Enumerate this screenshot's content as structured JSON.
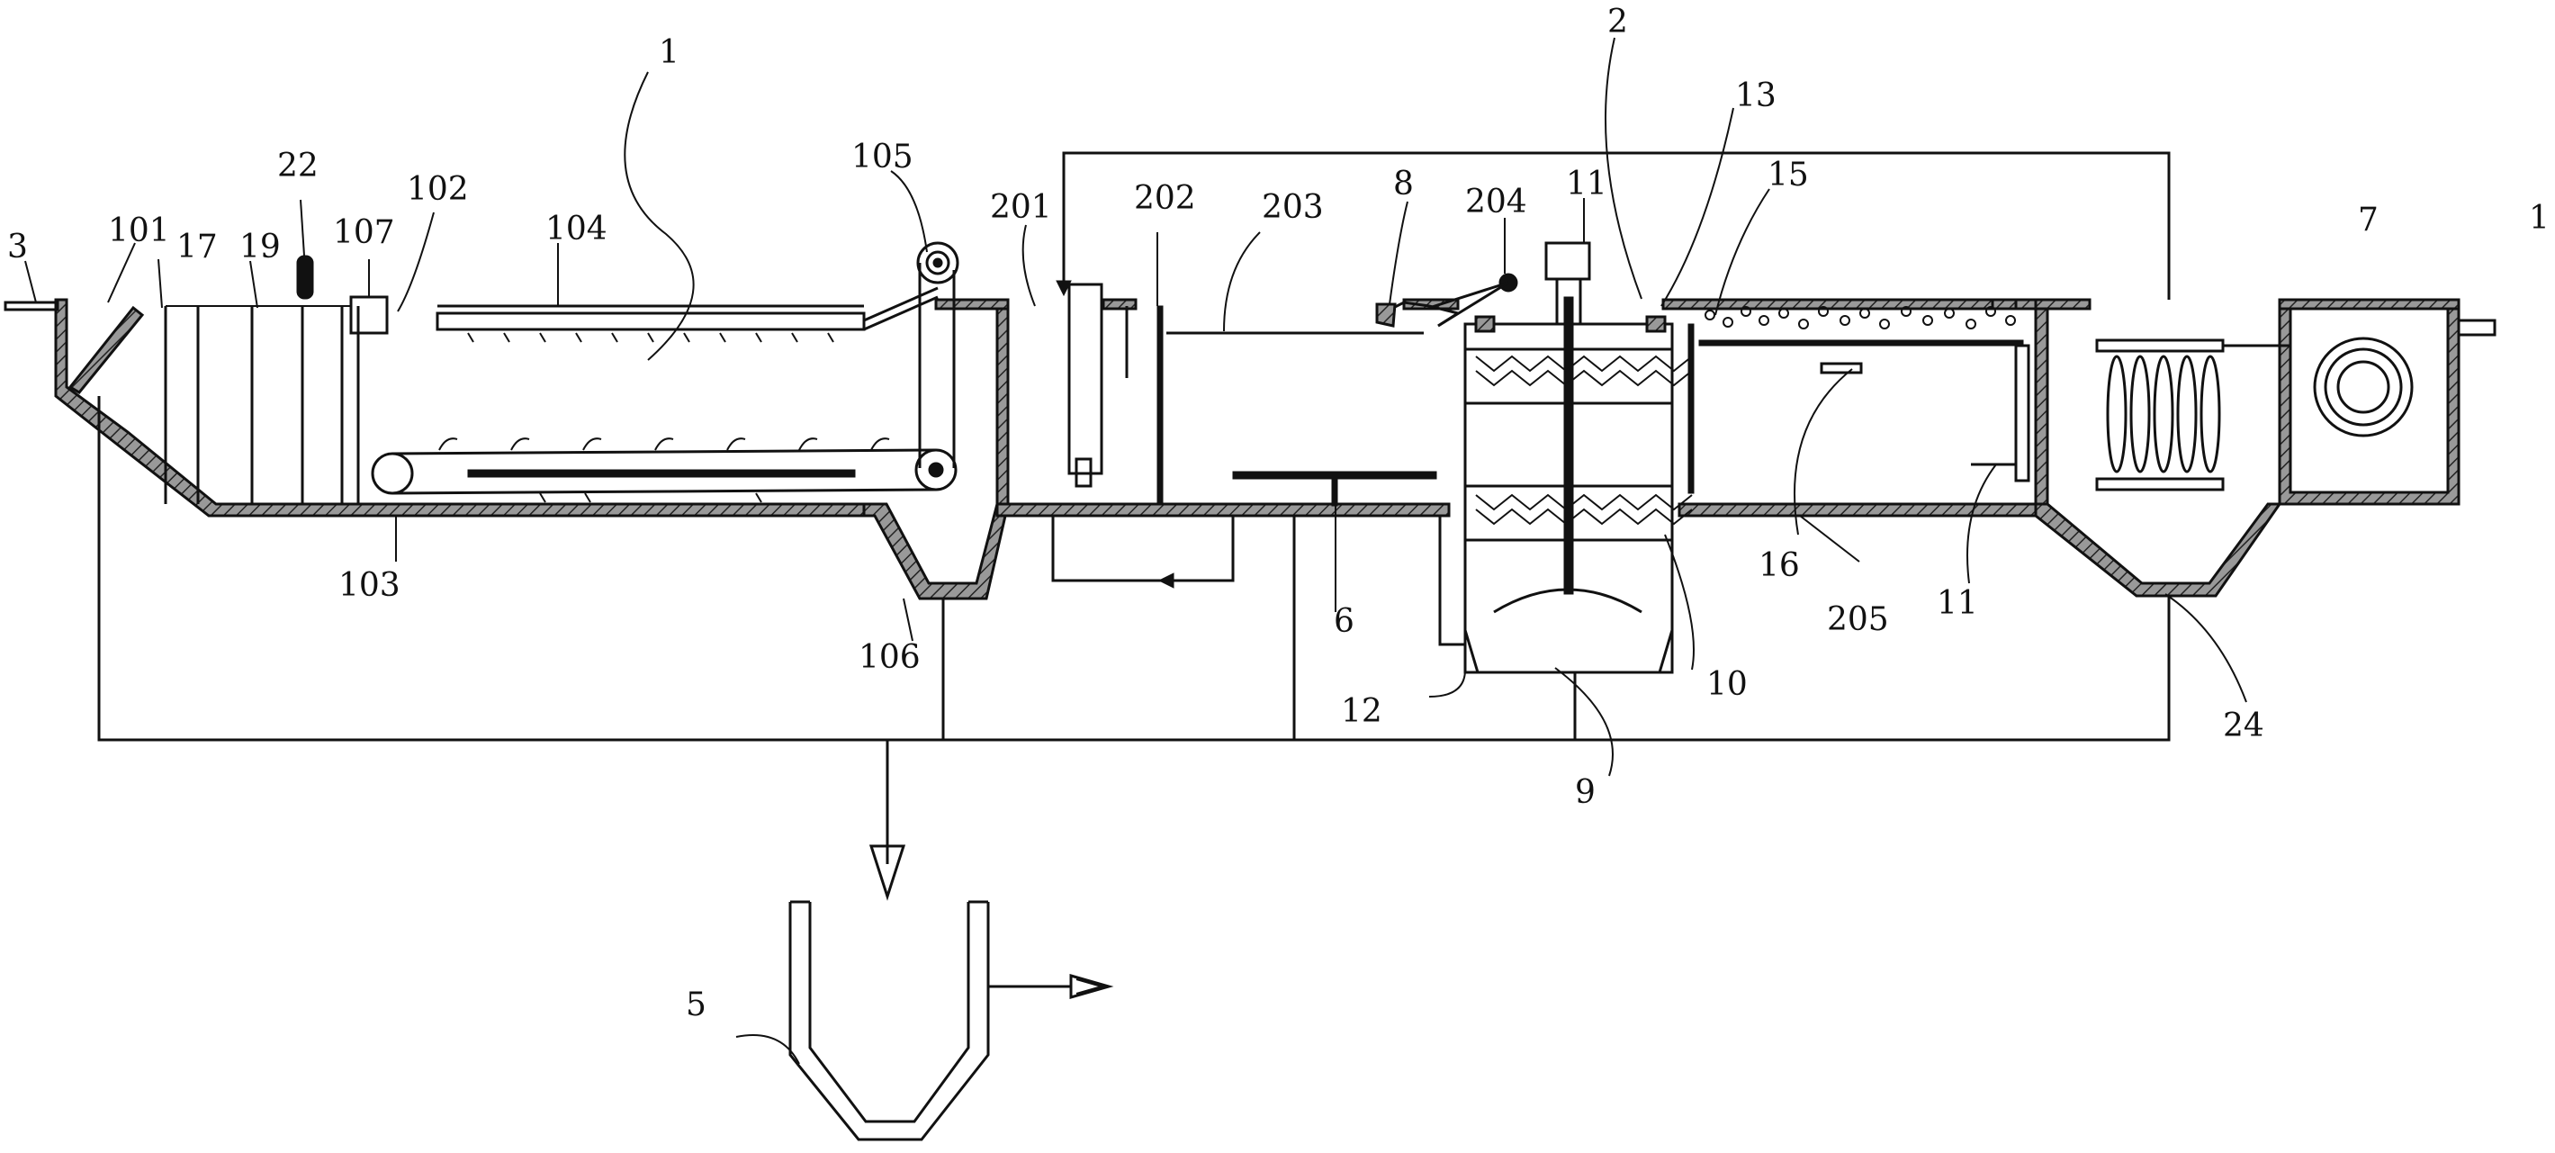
{
  "diagram": {
    "labels": {
      "l1": "1",
      "l1b": "1",
      "l2": "2",
      "l3": "3",
      "l5": "5",
      "l6": "6",
      "l7": "7",
      "l8": "8",
      "l9": "9",
      "l10": "10",
      "l11a": "11",
      "l11b": "11",
      "l12": "12",
      "l13": "13",
      "l15": "15",
      "l16": "16",
      "l17": "17",
      "l19": "19",
      "l22": "22",
      "l24": "24",
      "l101": "101",
      "l102": "102",
      "l103": "103",
      "l104": "104",
      "l105": "105",
      "l106": "106",
      "l107": "107",
      "l201": "201",
      "l202": "202",
      "l203": "203",
      "l204": "204",
      "l205": "205"
    },
    "colors": {
      "line": "#111111",
      "wall_fill": "#777777",
      "background": "#ffffff"
    }
  }
}
